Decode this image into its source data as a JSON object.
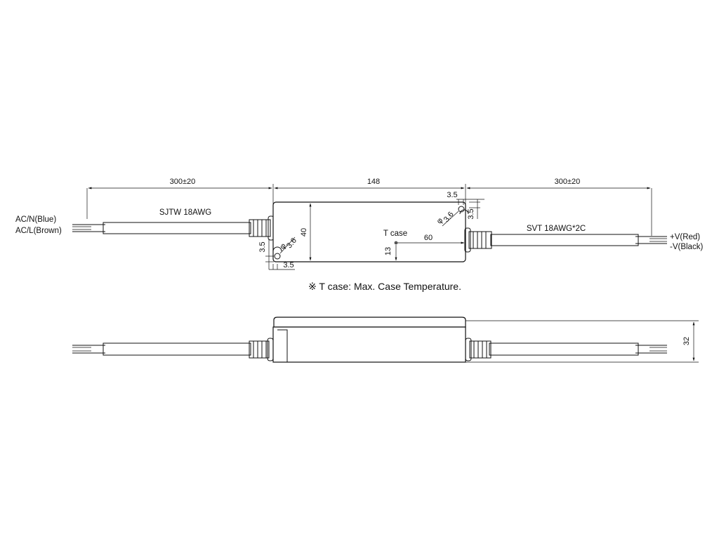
{
  "top_view": {
    "dim_left_cable": "300±20",
    "dim_body_length": "148",
    "dim_right_cable": "300±20",
    "dim_body_width": "40",
    "dim_hole_top_offset_x": "3.5",
    "dim_hole_top_offset_y": "3.5",
    "dim_hole_top_diameter": "3.6",
    "dim_hole_bottom_offset_x": "3.5",
    "dim_hole_bottom_offset_y": "3.5",
    "dim_hole_bottom_diameter": "3.6",
    "dim_tcase_x": "60",
    "dim_tcase_y": "13",
    "tcase_label": "T case",
    "input_cable_type": "SJTW  18AWG",
    "output_cable_type": "SVT  18AWG*2C",
    "input_wire_1": "AC/N(Blue)",
    "input_wire_2": "AC/L(Brown)",
    "output_wire_1": "+V(Red)",
    "output_wire_2": "-V(Black)",
    "diameter_symbol": "φ"
  },
  "note": "※ T case: Max. Case Temperature.",
  "side_view": {
    "dim_height": "32"
  }
}
